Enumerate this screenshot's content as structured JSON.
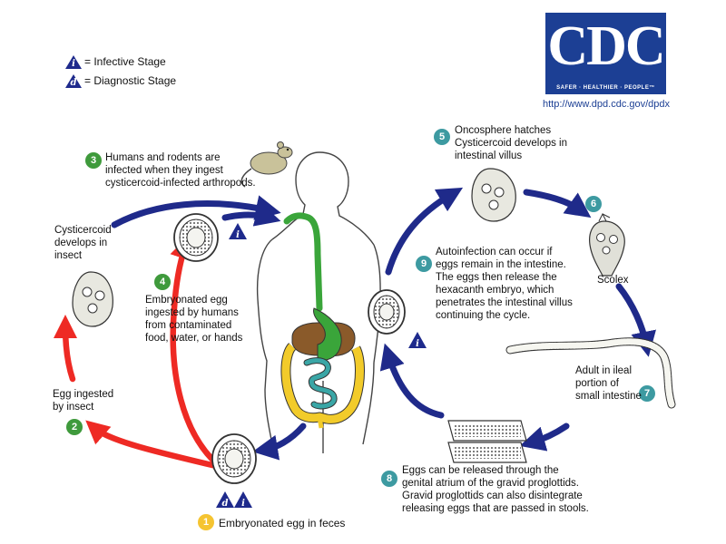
{
  "legend": {
    "infective_symbol": "i",
    "infective_label": "= Infective Stage",
    "diagnostic_symbol": "d",
    "diagnostic_label": "= Diagnostic Stage"
  },
  "logo": {
    "text": "CDC",
    "tagline": "SAFER · HEALTHIER · PEOPLE™",
    "url": "http://www.dpd.cdc.gov/dpdx"
  },
  "steps": [
    {
      "number": "1",
      "text": [
        "Embryonated egg in feces"
      ]
    },
    {
      "number": "2",
      "text": [
        "Egg ingested",
        "by insect"
      ]
    },
    {
      "number": "3",
      "text": [
        "Humans and rodents are",
        "infected when they ingest",
        "cysticercoid-infected arthropods."
      ]
    },
    {
      "number": "4",
      "text": [
        "Embryonated egg",
        "ingested by humans",
        "from contaminated",
        "food, water, or hands"
      ]
    },
    {
      "number": "5",
      "text": [
        "Oncosphere hatches",
        "Cysticercoid develops in",
        "intestinal villus"
      ]
    },
    {
      "number": "6",
      "text": []
    },
    {
      "number": "7",
      "text": [
        "Adult in ileal",
        "portion of",
        "small intestine"
      ]
    },
    {
      "number": "8",
      "text": [
        "Eggs can be released through the",
        "genital atrium of the gravid proglottids.",
        "Gravid proglottids can also disintegrate",
        "releasing eggs that are passed in stools."
      ]
    },
    {
      "number": "9",
      "text": [
        "Autoinfection can occur if",
        "eggs remain in the intestine.",
        "The eggs then release the",
        "hexacanth embryo, which",
        "penetrates the intestinal villus",
        "continuing the cycle."
      ]
    }
  ],
  "labels": {
    "cysticercoid": [
      "Cysticercoid",
      "develops in",
      "insect"
    ],
    "scolex": "Scolex"
  },
  "colors": {
    "red_arrow": "#ee2a24",
    "blue_arrow": "#1f2a8a",
    "green_badge": "#3f9a3c",
    "teal_badge": "#3d9aa1",
    "yellow_badge": "#f5c431",
    "logo_blue": "#1c3f94",
    "gi_green": "#3aa53a",
    "gi_yellow": "#f2cb2a",
    "gi_teal": "#3aa6a6",
    "gi_brown": "#8a5a2a"
  }
}
